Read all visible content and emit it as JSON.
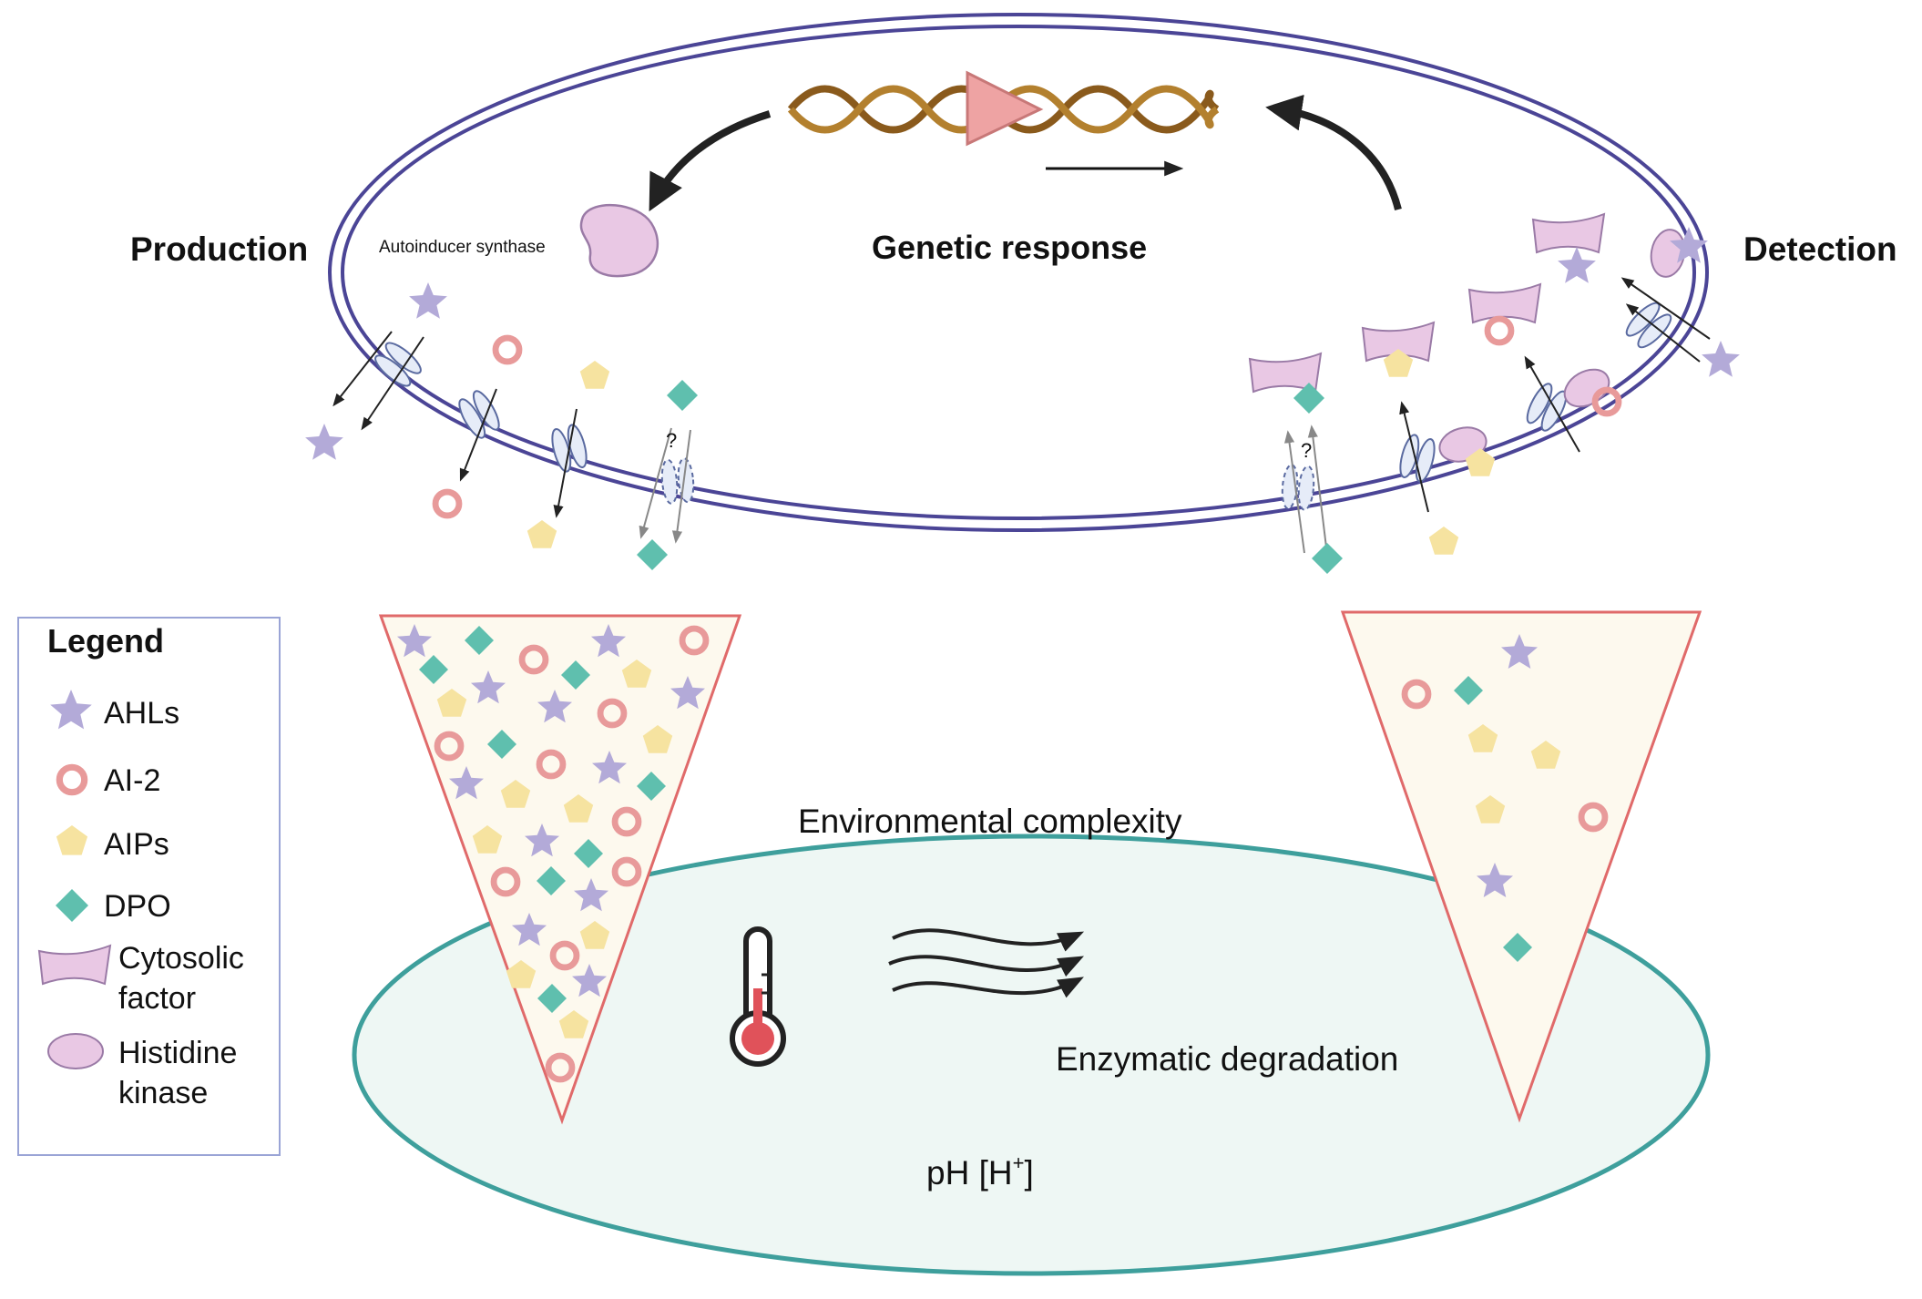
{
  "labels": {
    "production": "Production",
    "detection": "Detection",
    "genetic_response": "Genetic response",
    "synthase": "Autoinducer synthase",
    "env_complexity": "Environmental complexity",
    "enzymatic": "Enzymatic degradation",
    "ph_base": "pH [H",
    "ph_sup": "+",
    "ph_close": "]",
    "unknown_left": "?",
    "unknown_right": "?"
  },
  "legend": {
    "title": "Legend",
    "items": [
      {
        "label": "AHLs",
        "icon": "star-icon"
      },
      {
        "label": "AI-2",
        "icon": "ring-icon"
      },
      {
        "label": "AIPs",
        "icon": "pentagon-icon"
      },
      {
        "label": "DPO",
        "icon": "diamond-icon"
      },
      {
        "label": "Cytosolic",
        "label2": "factor",
        "icon": "cytosolic-factor-icon"
      },
      {
        "label": "Histidine",
        "label2": "kinase",
        "icon": "histidine-kinase-icon"
      }
    ]
  },
  "colors": {
    "ahl": "#b3aad8",
    "ai2": "#e89a9a",
    "aip": "#f6e3a0",
    "dpo": "#5fbfae",
    "cytosolic": "#e9c8e4",
    "membrane": "#4b4596",
    "dna_strand": "#8a5a1c",
    "promoter": "#eea3a3",
    "env_fill": "#eef7f4",
    "env_stroke": "#3e9f9c",
    "cone_fill": "#fdf9ee",
    "cone_stroke": "#e06a6a"
  }
}
